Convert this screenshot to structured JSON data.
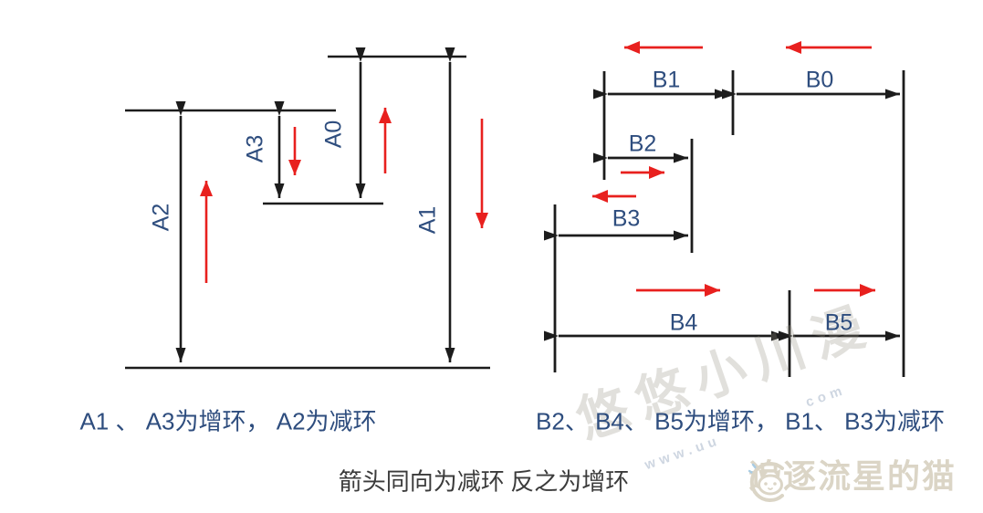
{
  "diagram_a": {
    "labels": {
      "a0": "A0",
      "a1": "A1",
      "a2": "A2",
      "a3": "A3"
    },
    "caption": "A1 、 A3为增环， A2为减环"
  },
  "diagram_b": {
    "labels": {
      "b0": "B0",
      "b1": "B1",
      "b2": "B2",
      "b3": "B3",
      "b4": "B4",
      "b5": "B5"
    },
    "caption": "B2、 B4、 B5为增环， B1、 B3为减环"
  },
  "footer": {
    "note": "箭头同向为减环 反之为增环"
  },
  "watermark": {
    "diagonal_text": "悠悠小川漫",
    "diagonal_url_fragment": "www.uu",
    "diagonal_url_fragment2": "com",
    "brand": "追逐流星的猫",
    "cat_icon": "cat-face-in-open-circle"
  },
  "colors": {
    "label_blue": "#2e4d7e",
    "arrow_red": "#e8201e",
    "line_black": "#1c1c1c",
    "note_gray": "#3b3b3b",
    "watermark_beige": "#dbd5c6",
    "watermark_blue_accent": "#a8cce4"
  }
}
